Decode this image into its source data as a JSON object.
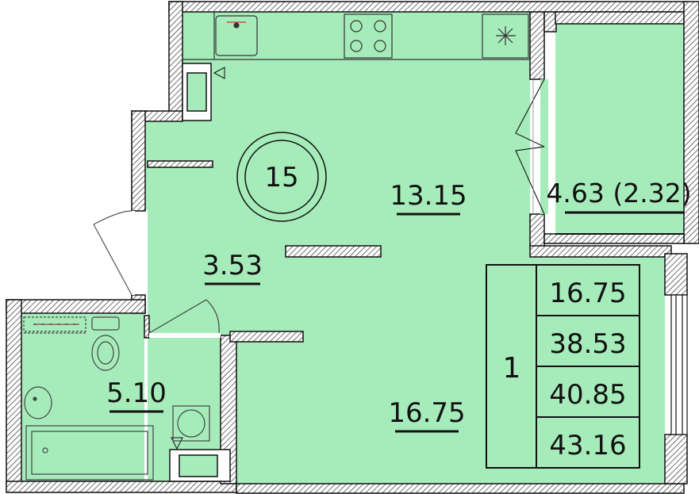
{
  "rooms": {
    "main_area": "13.15",
    "hall_area": "3.53",
    "balcony_area": "4.63 (2.32)",
    "bath_area": "5.10",
    "lower_area": "16.75"
  },
  "apartment_number": "15",
  "summary": {
    "rooms_count": "1",
    "living_area": "16.75",
    "total_area_1": "38.53",
    "total_area_2": "40.85",
    "total_area_3": "43.16"
  },
  "colors": {
    "fill": "#a6ecbb",
    "wall": "#111111",
    "hatch": "#ffffff"
  }
}
